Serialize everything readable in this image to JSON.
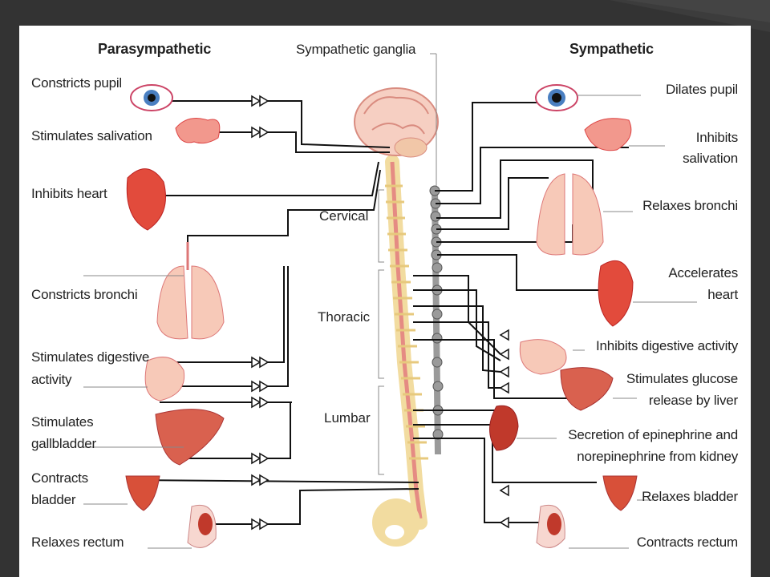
{
  "headers": {
    "parasympathetic": "Parasympathetic",
    "ganglia": "Sympathetic ganglia",
    "sympathetic": "Sympathetic"
  },
  "left": [
    "Constricts pupil",
    "Stimulates salivation",
    "Inhibits heart",
    "Constricts bronchi",
    "Stimulates digestive",
    "activity",
    "Stimulates",
    "gallbladder",
    "Contracts",
    "bladder",
    "Relaxes rectum"
  ],
  "right": [
    "Dilates pupil",
    "Inhibits",
    "salivation",
    "Relaxes bronchi",
    "Accelerates",
    "heart",
    "Inhibits digestive activity",
    "Stimulates glucose",
    "release by liver",
    "Secretion of epinephrine and",
    "norepinephrine from kidney",
    "Relaxes bladder",
    "Contracts rectum"
  ],
  "segments": [
    "Cervical",
    "Thoracic",
    "Lumbar"
  ],
  "colors": {
    "slide": "#333333",
    "organ": "#e24b3c",
    "organ_light": "#f7c9b8",
    "spine": "#f2dca0",
    "ganglia": "#9a9a9a",
    "nerve": "#111111"
  }
}
